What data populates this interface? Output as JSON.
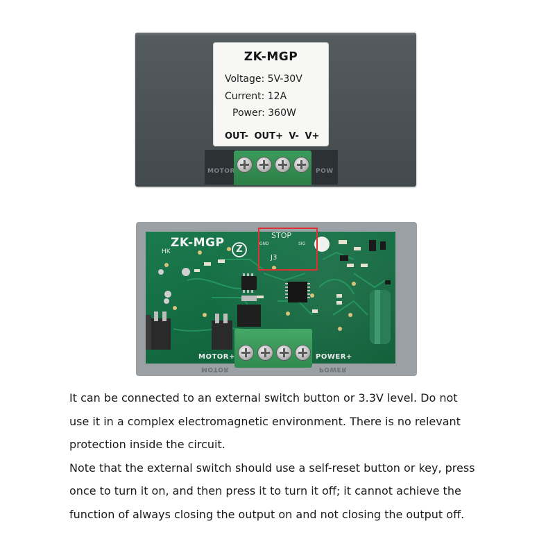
{
  "top_view": {
    "label": {
      "model": "ZK-MGP",
      "voltage": "Voltage: 5V-30V",
      "current": "Current: 12A",
      "power": "Power: 360W",
      "pins": [
        "OUT-",
        "OUT+",
        "V-",
        "V+"
      ]
    },
    "slot_left": "MOTOR",
    "slot_right": "POW"
  },
  "pcb_view": {
    "model": "ZK-MGP",
    "hk": "HK",
    "logo_letter": "Z",
    "stop_label": "STOP",
    "gnd_label": "GND",
    "sig_label": "SIG",
    "j3_label": "J3",
    "motor_label": "MOTOR+",
    "power_label": "POWER+",
    "motor_mirror": "MOTOR",
    "power_mirror": "POWER"
  },
  "description": {
    "lines": [
      "It can be connected to an external switch button or 3.3V level. Do not",
      "use it in a complex electromagnetic environment. There is no relevant",
      "protection inside the circuit.",
      "Note that the external switch should use a self-reset button or key, press",
      "once to turn it on, and then press it to turn it off; it cannot achieve the",
      "function of always closing the output on and not closing the output off."
    ]
  },
  "colors": {
    "case": "#4a5256",
    "pcb": "#146b42",
    "terminal": "#2f8a4f",
    "highlight": "#e0302f"
  }
}
